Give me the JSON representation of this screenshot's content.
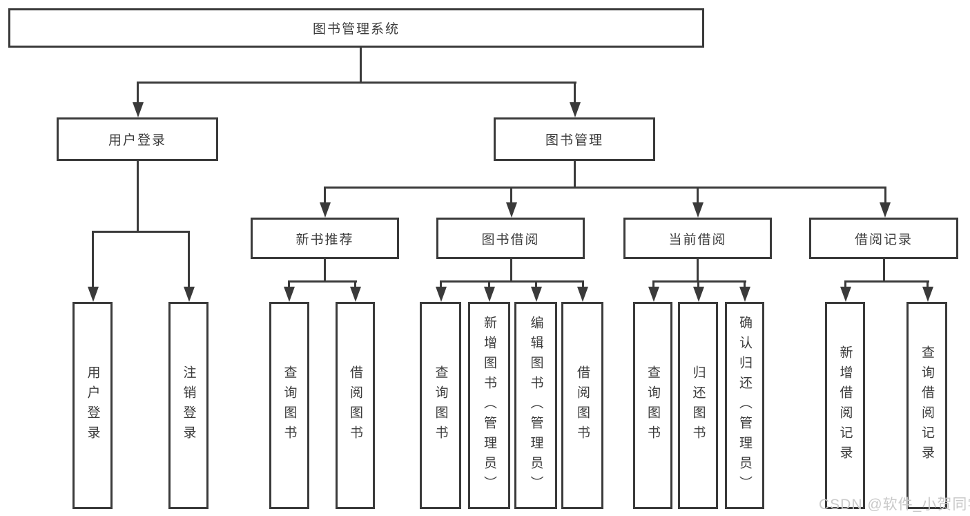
{
  "colors": {
    "line": "#3a3a3a",
    "text": "#3c3c3c",
    "background": "#ffffff",
    "watermark": "#c9c9c9"
  },
  "watermark": {
    "text": "CSDN @软件_小贺同学"
  },
  "tree": {
    "root": {
      "label": "图书管理系统",
      "children": [
        {
          "label": "用户登录",
          "children": [
            {
              "label": "用户登录"
            },
            {
              "label": "注销登录"
            }
          ]
        },
        {
          "label": "图书管理",
          "children": [
            {
              "label": "新书推荐",
              "children": [
                {
                  "label": "查询图书"
                },
                {
                  "label": "借阅图书"
                }
              ]
            },
            {
              "label": "图书借阅",
              "children": [
                {
                  "label": "查询图书"
                },
                {
                  "label": "新增图书（管理员）"
                },
                {
                  "label": "编辑图书（管理员）"
                },
                {
                  "label": "借阅图书"
                }
              ]
            },
            {
              "label": "当前借阅",
              "children": [
                {
                  "label": "查询图书"
                },
                {
                  "label": "归还图书"
                },
                {
                  "label": "确认归还（管理员）"
                }
              ]
            },
            {
              "label": "借阅记录",
              "children": [
                {
                  "label": "新增借阅记录"
                },
                {
                  "label": "查询借阅记录"
                }
              ]
            }
          ]
        }
      ]
    }
  }
}
